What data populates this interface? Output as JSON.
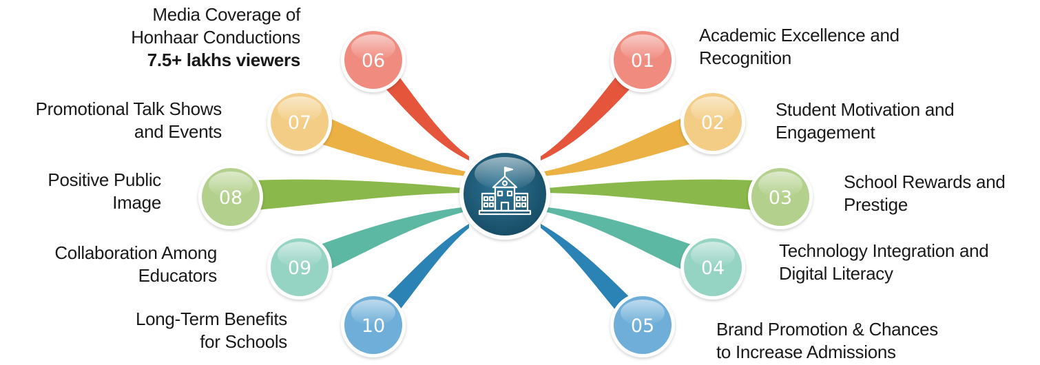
{
  "center": {
    "icon": "school-building-icon",
    "color": "#1f5a76"
  },
  "items": [
    {
      "number": "01",
      "lines": [
        "Academic Excellence and",
        "Recognition"
      ],
      "color": "#e4553b",
      "bubble": "#f08b80"
    },
    {
      "number": "02",
      "lines": [
        "Student Motivation and",
        "Engagement"
      ],
      "color": "#ebb144",
      "bubble": "#f3cd85"
    },
    {
      "number": "03",
      "lines": [
        "School Rewards and",
        "Prestige"
      ],
      "color": "#8ab84a",
      "bubble": "#b3d08c"
    },
    {
      "number": "04",
      "lines": [
        "Technology Integration and",
        "Digital Literacy"
      ],
      "color": "#5cb8a2",
      "bubble": "#95d3c3"
    },
    {
      "number": "05",
      "lines": [
        "Brand Promotion & Chances",
        "to Increase Admissions"
      ],
      "color": "#2b82b5",
      "bubble": "#6eaed8"
    },
    {
      "number": "06",
      "lines": [
        "Media Coverage of",
        "Honhaar Conductions"
      ],
      "highlight": "7.5+ lakhs viewers",
      "color": "#e4553b",
      "bubble": "#f08b80"
    },
    {
      "number": "07",
      "lines": [
        "Promotional Talk Shows",
        "and Events"
      ],
      "color": "#ebb144",
      "bubble": "#f3cd85"
    },
    {
      "number": "08",
      "lines": [
        "Positive Public",
        "Image"
      ],
      "color": "#8ab84a",
      "bubble": "#b3d08c"
    },
    {
      "number": "09",
      "lines": [
        "Collaboration Among",
        "Educators"
      ],
      "color": "#5cb8a2",
      "bubble": "#95d3c3"
    },
    {
      "number": "10",
      "lines": [
        "Long-Term Benefits",
        "for Schools"
      ],
      "color": "#2b82b5",
      "bubble": "#6eaed8"
    }
  ]
}
